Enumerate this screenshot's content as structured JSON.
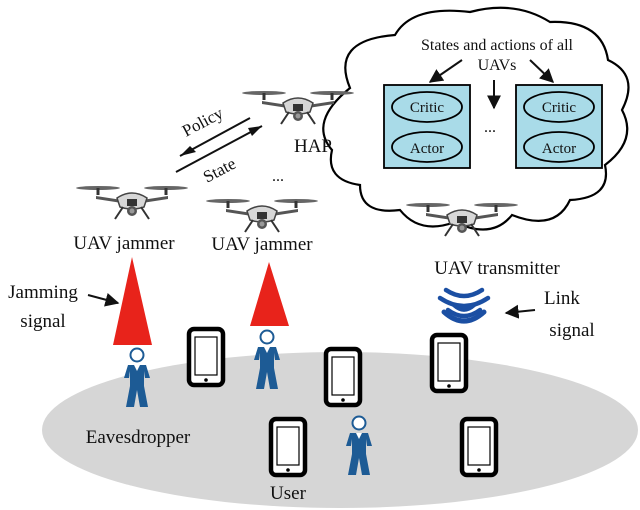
{
  "cloud": {
    "title_line1": "States and actions of all",
    "title_line2": "UAVs",
    "dots": "...",
    "agents": [
      {
        "critic": "Critic",
        "actor": "Actor"
      },
      {
        "critic": "Critic",
        "actor": "Actor"
      }
    ]
  },
  "links": {
    "policy": "Policy",
    "state": "State"
  },
  "nodes": {
    "hap": "HAP",
    "uav_dots": "...",
    "jammer_1": "UAV jammer",
    "jammer_2": "UAV jammer",
    "transmitter": "UAV transmitter"
  },
  "signals": {
    "jamming_line1": "Jamming",
    "jamming_line2": "signal",
    "link_line1": "Link",
    "link_line2": "signal"
  },
  "ground": {
    "eavesdropper": "Eavesdropper",
    "user": "User"
  },
  "colors": {
    "agent_box": "#a9dbe8",
    "jamming_beam": "#e8231b",
    "link_wave": "#1b4fa3",
    "person": "#1d5b95",
    "ground": "#d6d6d6"
  }
}
